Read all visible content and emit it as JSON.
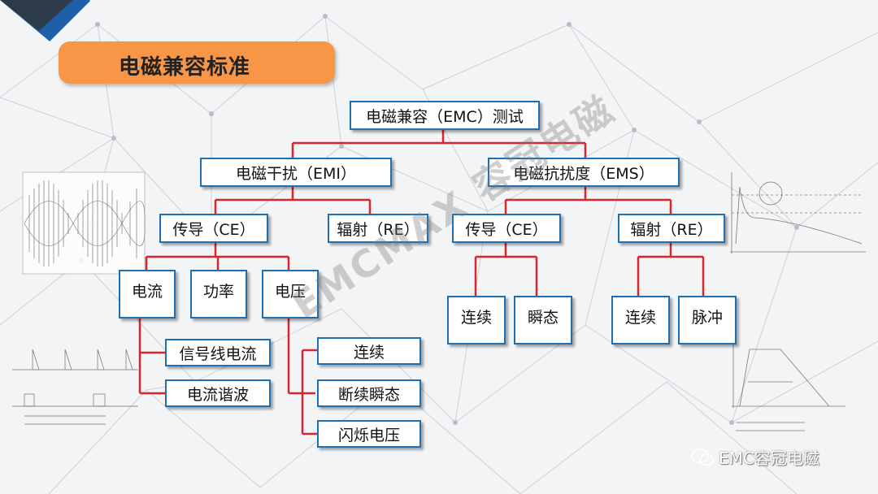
{
  "title": "电磁兼容标准",
  "watermark": "EMCMAX 容冠电磁",
  "brand": "EMC容冠电磁",
  "colors": {
    "accent": "#f79646",
    "box_border": "#1f6fb5",
    "connector": "#d9252c"
  },
  "tree": {
    "root": "电磁兼容（EMC）测试",
    "emi": "电磁干扰（EMI）",
    "ems": "电磁抗扰度（EMS）",
    "emi_ce": "传导（CE）",
    "emi_re": "辐射（RE）",
    "ems_ce": "传导（CE）",
    "ems_re": "辐射（RE）",
    "current": "电流",
    "power": "功率",
    "voltage": "电压",
    "signal_current": "信号线电流",
    "current_harmonic": "电流谐波",
    "continuous_v": "连续",
    "intermittent": "断续瞬态",
    "flicker": "闪烁电压",
    "ce_continuous": "连续",
    "ce_transient": "瞬态",
    "re_continuous": "连续",
    "re_pulse": "脉冲"
  }
}
